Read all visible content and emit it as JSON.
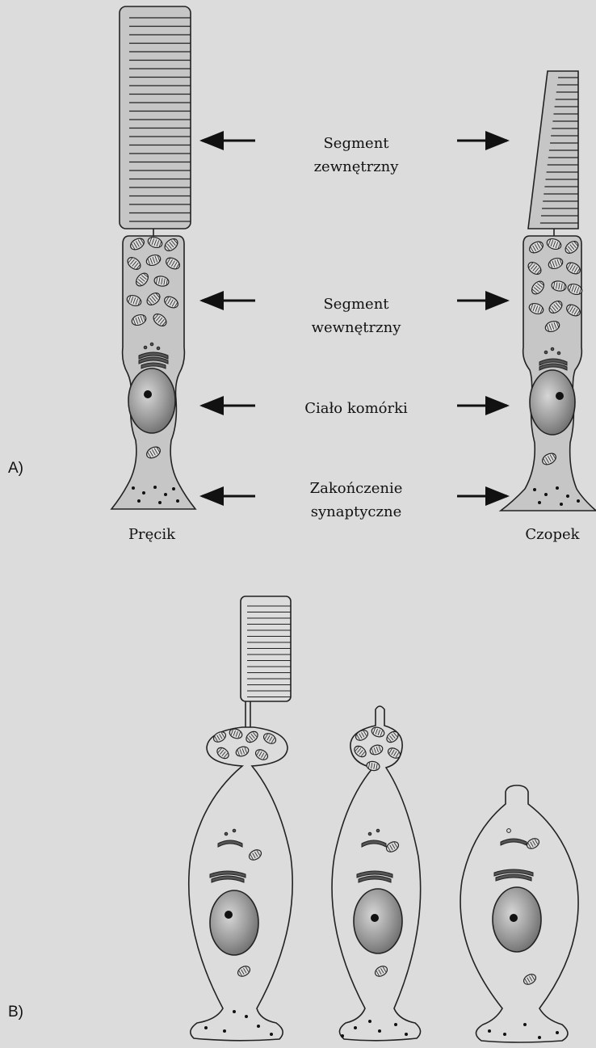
{
  "panel_a": {
    "label": "A)",
    "labels": {
      "outer_line1": "Segment",
      "outer_line2": "zewnętrzny",
      "inner_line1": "Segment",
      "inner_line2": "wewnętrzny",
      "body": "Ciało komórki",
      "syn_line1": "Zakończenie",
      "syn_line2": "synaptyczne"
    },
    "cells": {
      "rod": "Pręcik",
      "cone": "Czopek"
    }
  },
  "panel_b": {
    "label": "B)"
  },
  "colors": {
    "background": "#dcdcdc",
    "cell_fill": "#c6c6c6",
    "outline": "#222222",
    "nucleus": "#8e8e8e"
  },
  "icons": [
    "arrow-left-icon",
    "arrow-right-icon"
  ]
}
